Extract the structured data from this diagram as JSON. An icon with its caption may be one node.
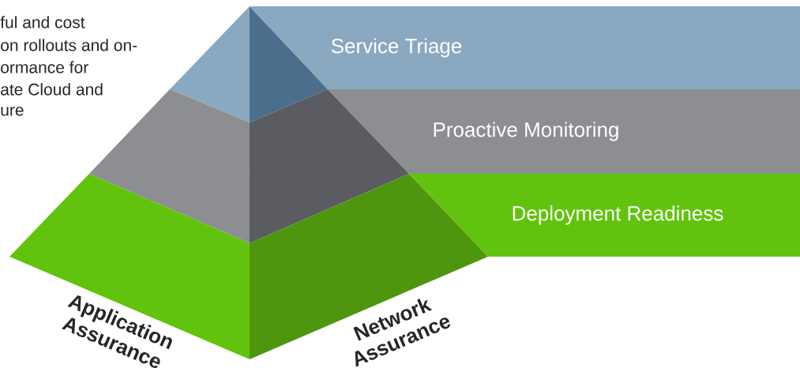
{
  "diagram": {
    "nodes": [
      {
        "text": [
          "Service Triage"
        ]
      },
      {
        "text": [
          "Proactive Monitoring"
        ]
      },
      {
        "text": [
          "Deployment Readiness"
        ]
      }
    ],
    "labels": [
      "ful and cost",
      "on rollouts and on-",
      "ormance for",
      "ate Cloud and",
      "ure",
      "Application Assurance",
      "Network Assurance"
    ]
  }
}
